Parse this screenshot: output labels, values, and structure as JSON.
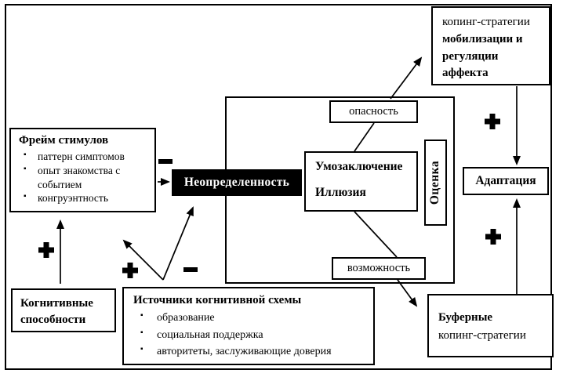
{
  "boxes": {
    "frame_stimulus": {
      "title": "Фрейм стимулов",
      "items": [
        "паттерн симптомов",
        "опыт знакомства с событием",
        "конгруэнтность"
      ]
    },
    "uncertainty": {
      "label": "Неопределенность"
    },
    "danger": {
      "label": "опасность"
    },
    "inference": {
      "lines": [
        "Умозаключение",
        "Иллюзия"
      ]
    },
    "evaluation": {
      "label": "Оценка"
    },
    "opportunity": {
      "label": "возможность"
    },
    "coping_mobilization": {
      "line_regular": "копинг-стратегии",
      "lines_bold": [
        "мобилизации и",
        "регуляции",
        "аффекта"
      ]
    },
    "adaptation": {
      "label": "Адаптация"
    },
    "buffer_coping": {
      "line_bold": "Буферные",
      "line_regular": "копинг-стратегии"
    },
    "cognitive_abilities": {
      "lines": [
        "Когнитивные",
        "способности"
      ]
    },
    "schema_sources": {
      "title": "Источники когнитивной схемы",
      "items": [
        "образование",
        "социальная поддержка",
        "авторитеты, заслуживающие доверия"
      ]
    }
  },
  "signs": {
    "plus": "+",
    "minus": "−"
  },
  "colors": {
    "ink": "#000000",
    "paper": "#ffffff",
    "uncertainty_bg": "#000000",
    "uncertainty_text": "#ffffff"
  }
}
